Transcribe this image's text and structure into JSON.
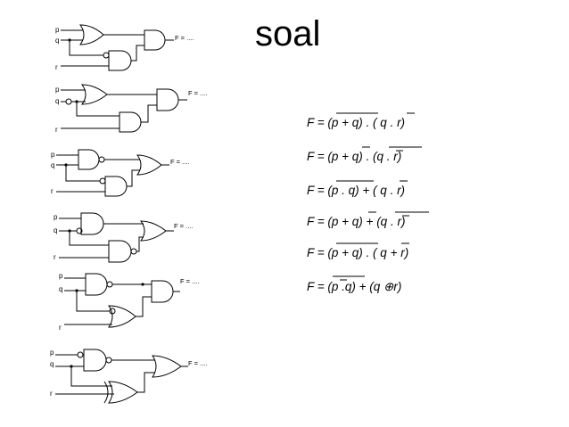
{
  "title": "soal",
  "inputs": {
    "p": "p",
    "q": "q",
    "r": "r"
  },
  "output_label": "F = ....",
  "expressions": [
    {
      "pre": "F = ",
      "a": "(p + q)",
      "b": " . ( ",
      "c": "q",
      "d": " . r)"
    },
    {
      "pre": "F = (p + ",
      "a": "q",
      "b": ") . ",
      "c": "(q . r)",
      "d": ""
    },
    {
      "pre": "F = ",
      "a": "(p . q)",
      "b": "  + ( ",
      "c": "q",
      "d": " . r)"
    },
    {
      "pre": "F =  (p + ",
      "a": "q",
      "b": ") + ",
      "c": "(q . r)",
      "d": ""
    },
    {
      "pre": "F = ",
      "a": "(p + q)",
      "b": " . ( ",
      "c": "q",
      "d": " + r)"
    },
    {
      "pre": "F = ",
      "a": "(p .q)",
      "b": " + (q ",
      "c": "⊕",
      "d": "r)"
    }
  ]
}
